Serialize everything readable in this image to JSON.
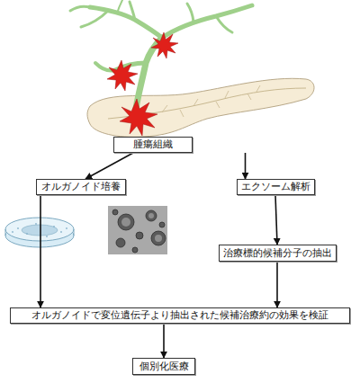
{
  "diagram": {
    "nodes": [
      {
        "text": [
          "腫瘍組織"
        ]
      },
      {
        "text": [
          "オルガノイド培養"
        ]
      },
      {
        "text": [
          "エクソーム解析"
        ]
      },
      {
        "text": [
          "治療標的候補分子の抽出"
        ]
      },
      {
        "text": [
          "オルガノイドで変位遺伝子より抽出された候補治療約の効果を検証"
        ]
      },
      {
        "text": [
          "個別化医療"
        ]
      }
    ],
    "edges": [
      {
        "from": 0,
        "to": 1,
        "arrow": "to"
      },
      {
        "from": 0,
        "to": 2,
        "arrow": "to"
      },
      {
        "from": 2,
        "to": 3,
        "arrow": "to"
      },
      {
        "from": 1,
        "to": 4,
        "arrow": "to"
      },
      {
        "from": 3,
        "to": 4,
        "arrow": "to"
      },
      {
        "from": 4,
        "to": 5,
        "arrow": "to"
      }
    ]
  }
}
